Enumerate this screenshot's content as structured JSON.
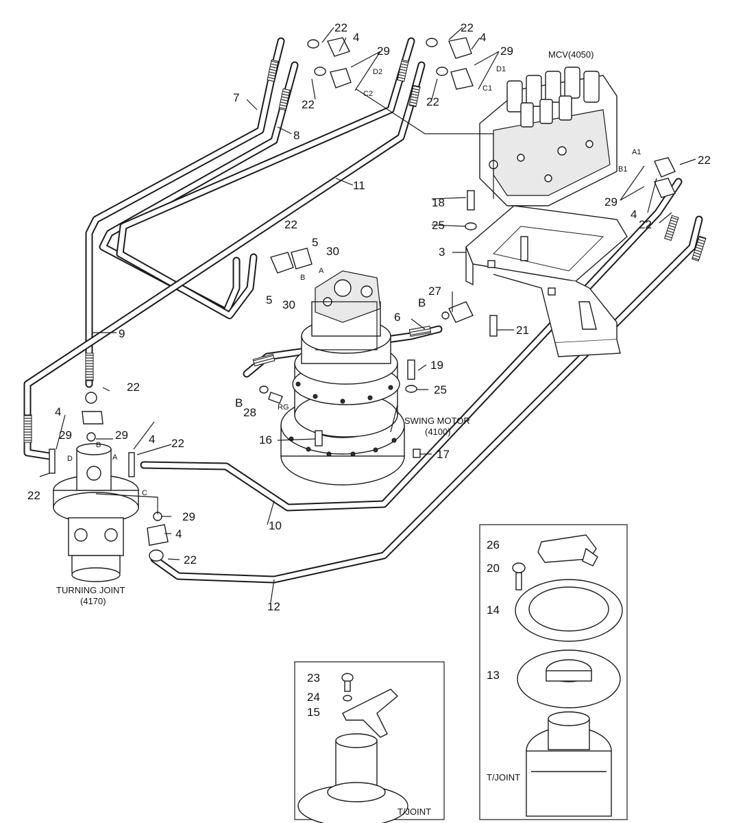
{
  "labels": {
    "p22a": "22",
    "p4a": "4",
    "p29a": "29",
    "d2": "D2",
    "c2": "C2",
    "p22b": "22",
    "p22c": "22",
    "p4b": "4",
    "p29b": "29",
    "d1": "D1",
    "c1": "C1",
    "p22d": "22",
    "p7": "7",
    "p8": "8",
    "p11": "11",
    "p9": "9",
    "p10": "10",
    "p12": "12",
    "a1": "A1",
    "b1": "B1",
    "p22e": "22",
    "p29c": "29",
    "p4c": "4",
    "p22f": "22",
    "p18": "18",
    "p25a": "25",
    "p3": "3",
    "p27": "27",
    "pB1": "B",
    "p21": "21",
    "p22g": "22",
    "p5a": "5",
    "p30a": "30",
    "portA": "A",
    "portB": "B",
    "p5b": "5",
    "p30b": "30",
    "p6": "6",
    "p19": "19",
    "p25b": "25",
    "pB2": "B",
    "p28": "28",
    "rg": "RG",
    "p16": "16",
    "p17": "17",
    "p22h": "22",
    "p4d": "4",
    "p29d": "29",
    "p29e": "29",
    "p4e": "4",
    "p22i": "22",
    "tjB": "B",
    "tjD": "D",
    "tjA": "A",
    "tjC": "C",
    "p22j": "22",
    "p29f": "29",
    "p4f": "4",
    "p22k": "22",
    "p26": "26",
    "p20": "20",
    "p14": "14",
    "p13": "13",
    "p23": "23",
    "p24": "24",
    "p15": "15"
  },
  "captions": {
    "mcv": "MCV(4050)",
    "swing_motor_line1": "SWING MOTOR",
    "swing_motor_line2": "(4100)",
    "turning_joint_line1": "TURNING JOINT",
    "turning_joint_line2": "(4170)",
    "inset_right": "T/JOINT",
    "inset_bottom": "T/JOINT"
  }
}
